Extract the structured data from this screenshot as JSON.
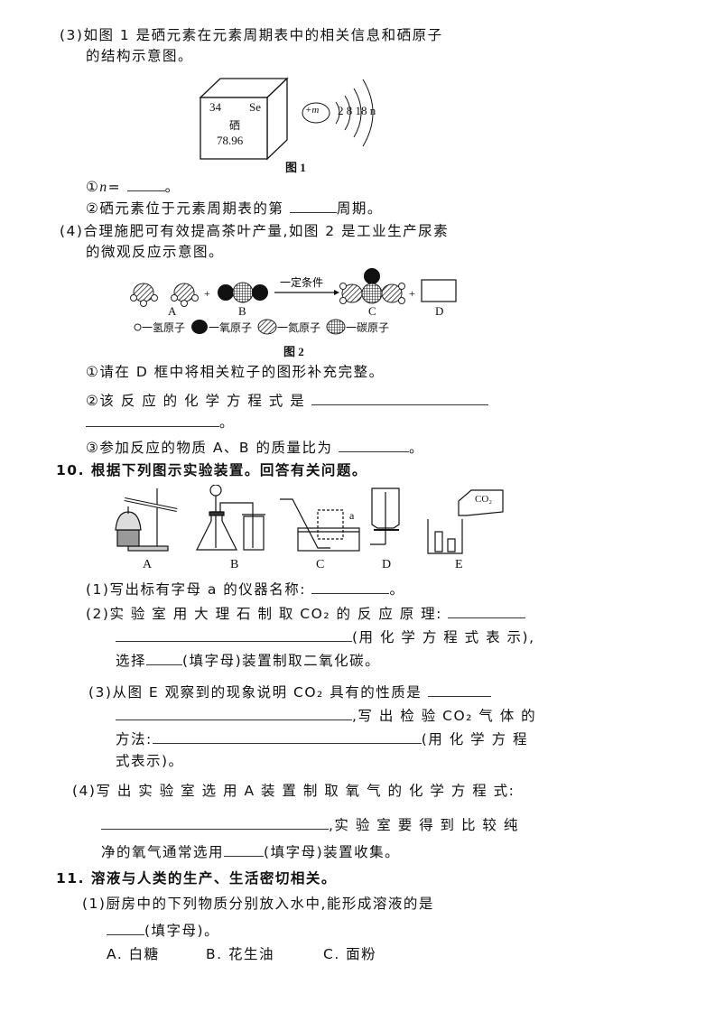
{
  "q9_3": {
    "line1": "(3)如图 1 是硒元素在元素周期表中的相关信息和硒原子",
    "line2": "的结构示意图。",
    "figure1": {
      "atomic_number": "34",
      "symbol": "Se",
      "name": "硒",
      "mass": "78.96",
      "nucleus": "+m",
      "electrons": "2 8 18 n",
      "caption": "图 1"
    },
    "sub1_prefix": "①",
    "sub1_var": "n",
    "sub1_eq": "=",
    "sub1_end": "。",
    "sub2_text": "②硒元素位于元素周期表的第",
    "sub2_end": "周期。"
  },
  "q9_4": {
    "line1": "(4)合理施肥可有效提高茶叶产量,如图 2 是工业生产尿素",
    "line2": "的微观反应示意图。",
    "figure2": {
      "condition": "一定条件",
      "labels": [
        "A",
        "B",
        "C",
        "D"
      ],
      "plus": "+",
      "legend": [
        {
          "icon": "hydrogen-atom",
          "text": "一氢原子"
        },
        {
          "icon": "oxygen-atom",
          "text": "一氧原子"
        },
        {
          "icon": "nitrogen-atom",
          "text": "一氮原子"
        },
        {
          "icon": "carbon-atom",
          "text": "一碳原子"
        }
      ],
      "caption": "图 2"
    },
    "sub1": "①请在 D 框中将相关粒子的图形补充完整。",
    "sub2": "②该 反 应 的 化 学 方 程 式 是",
    "sub2_end": "。",
    "sub3": "③参加反应的物质 A、B 的质量比为",
    "sub3_end": "。"
  },
  "q10": {
    "title": "10. 根据下列图示实验装置。回答有关问题。",
    "apparatus_labels": [
      "A",
      "B",
      "C",
      "D",
      "E"
    ],
    "label_a": "a",
    "co2_label": "CO₂",
    "p1": "(1)写出标有字母 a 的仪器名称:",
    "p1_end": "。",
    "p2_line1": "(2)实 验 室 用 大 理 石 制 取 CO₂ 的 反 应 原 理:",
    "p2_line2_end": "(用 化 学 方 程 式 表 示),",
    "p2_line3_a": "选择",
    "p2_line3_b": "(填字母)装置制取二氧化碳。",
    "p3_line1": "(3)从图 E 观察到的现象说明 CO₂ 具有的性质是",
    "p3_line2_end": ",写 出 检 验 CO₂ 气 体 的",
    "p3_line3_a": "方法:",
    "p3_line3_b": "(用 化 学 方 程",
    "p3_line4": "式表示)。",
    "p4_line1": "(4)写 出 实 验 室 选 用  A  装 置 制 取 氧 气 的 化 学 方 程 式:",
    "p4_line2_end": ",实 验 室 要 得 到 比 较 纯",
    "p4_line3_a": "净的氧气通常选用",
    "p4_line3_b": "(填字母)装置收集。"
  },
  "q11": {
    "title": "11. 溶液与人类的生产、生活密切相关。",
    "p1_line1": "(1)厨房中的下列物质分别放入水中,能形成溶液的是",
    "p1_line2": "(填字母)。",
    "options": [
      "A. 白糖",
      "B. 花生油",
      "C. 面粉"
    ]
  }
}
